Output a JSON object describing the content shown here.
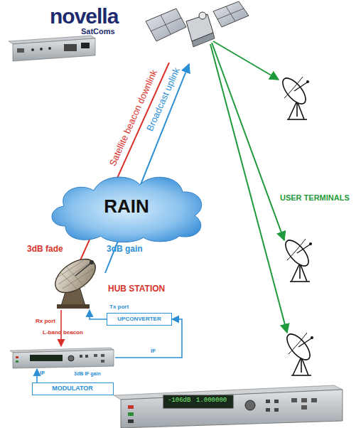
{
  "diagram": {
    "nodes": [
      {
        "text": [
          "RAIN"
        ]
      },
      {
        "text": [
          "HUB STATION",
          "Tx port",
          "Rx port"
        ]
      },
      {
        "text": [
          "UPCONVERTER"
        ]
      },
      {
        "text": [
          "3dB IF gain"
        ]
      },
      {
        "text": [
          "MODULATOR"
        ]
      }
    ],
    "edges": [
      {
        "from": 2,
        "to": 1,
        "arrow": "to"
      },
      {
        "from": 3,
        "to": 2,
        "label": "IF",
        "arrow": "to"
      },
      {
        "from": 4,
        "to": 3,
        "label": "IF",
        "arrow": "to"
      },
      {
        "from": 1,
        "to": 3,
        "label": "L-band beacon",
        "arrow": "to"
      }
    ],
    "labels": [
      "novella",
      "SatComs",
      "Satellite beacon downlink",
      "Broadcast uplink",
      "USER TERMINALS",
      "3dB fade",
      "3dB gain",
      "-106dB",
      "1.000000"
    ]
  }
}
